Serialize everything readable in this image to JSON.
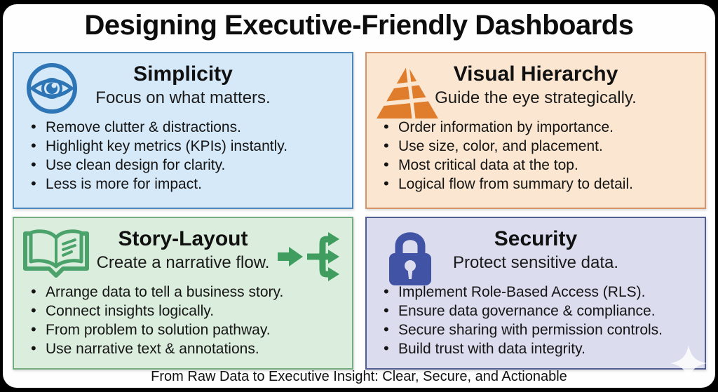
{
  "title": "Designing Executive-Friendly Dashboards",
  "footer": {
    "text": "From Raw Data to Executive Insight: Clear, Secure, and Actionable"
  },
  "quadrants": [
    {
      "id": "simplicity",
      "icon": "eye-icon",
      "title": "Simplicity",
      "subtitle": "Focus on what matters.",
      "bullets": [
        "Remove clutter & distractions.",
        "Highlight key metrics (KPIs) instantly.",
        "Use clean design for clarity.",
        "Less is more for impact."
      ],
      "colors": {
        "border": "#4d87bc",
        "background": "#d6e9f8",
        "icon": "#2e75b6"
      }
    },
    {
      "id": "visual-hierarchy",
      "icon": "pyramid-icon",
      "title": "Visual Hierarchy",
      "subtitle": "Guide the eye strategically.",
      "bullets": [
        "Order information by importance.",
        "Use size, color, and placement.",
        "Most critical data at the top.",
        "Logical flow from summary to detail."
      ],
      "colors": {
        "border": "#d4956b",
        "background": "#fbe7d1",
        "icon": "#e07d2c"
      }
    },
    {
      "id": "story-layout",
      "icon": "open-book-icon",
      "trailing_icon": "branch-arrows-icon",
      "title": "Story-Layout",
      "subtitle": "Create a narrative flow.",
      "bullets": [
        "Arrange data to tell a business story.",
        "Connect insights logically.",
        "From problem to solution pathway.",
        "Use narrative text & annotations."
      ],
      "colors": {
        "border": "#74ac80",
        "background": "#dbeddc",
        "icon": "#4ba36b",
        "accent": "#3f9e5f"
      }
    },
    {
      "id": "security",
      "icon": "padlock-icon",
      "title": "Security",
      "subtitle": "Protect sensitive data.",
      "bullets": [
        "Implement Role-Based Access (RLS).",
        "Ensure data governance & compliance.",
        "Secure sharing with permission controls.",
        "Build trust with data integrity."
      ],
      "colors": {
        "border": "#525d91",
        "background": "#dbdcee",
        "icon": "#4053a4"
      }
    }
  ]
}
